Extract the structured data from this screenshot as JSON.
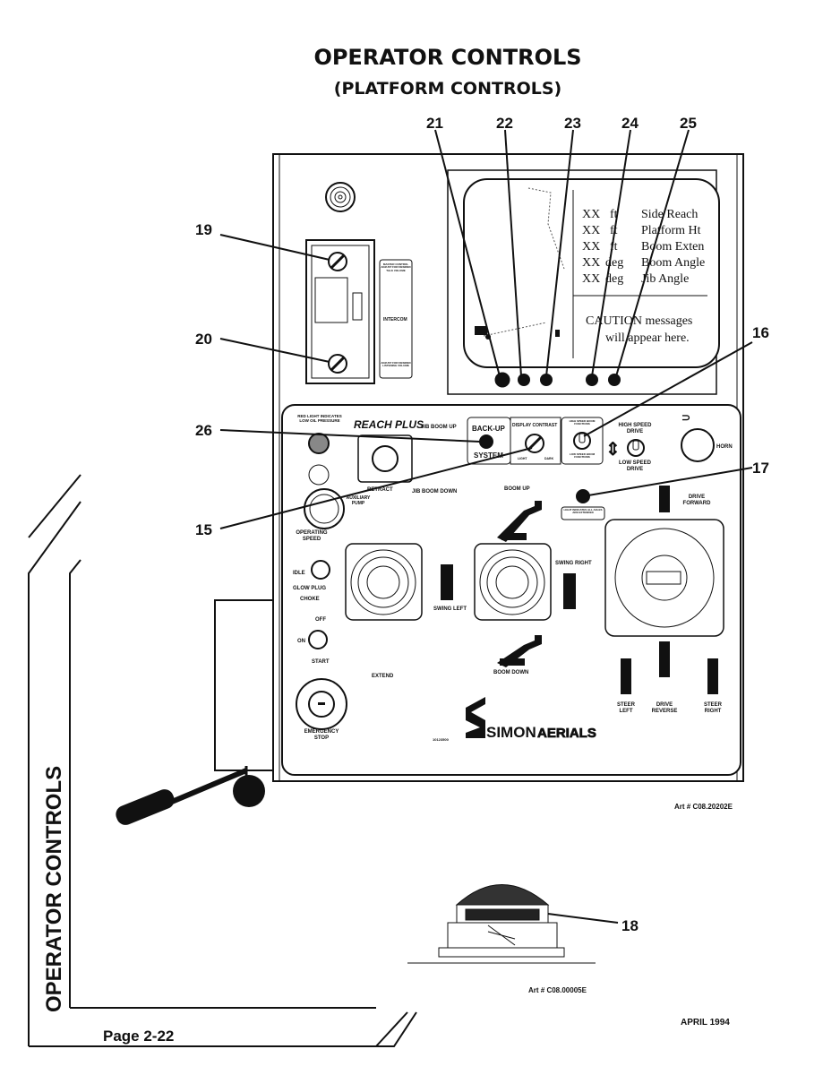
{
  "page": {
    "title": "OPERATOR CONTROLS",
    "subtitle": "(PLATFORM CONTROLS)",
    "side_tab": "OPERATOR CONTROLS",
    "page_number": "Page 2-22",
    "date": "APRIL 1994",
    "art_number_main": "Art # C08.20202E",
    "art_number_button": "Art # C08.00005E"
  },
  "callouts": [
    "21",
    "22",
    "23",
    "24",
    "25",
    "19",
    "20",
    "26",
    "16",
    "15",
    "17",
    "18"
  ],
  "display": {
    "rows": [
      {
        "value": "XX",
        "unit": "ft",
        "label": "Side Reach"
      },
      {
        "value": "XX",
        "unit": "ft",
        "label": "Platform Ht"
      },
      {
        "value": "XX",
        "unit": "ft",
        "label": "Boom Exten"
      },
      {
        "value": "XX",
        "unit": "deg",
        "label": "Boom Angle"
      },
      {
        "value": "XX",
        "unit": "deg",
        "label": "Jib Angle"
      }
    ],
    "caution_line1": "CAUTION messages",
    "caution_line2": "will appear here."
  },
  "intercom": {
    "label": "INTERCOM",
    "top_note": "MASTER CONTROL ADJUST FOR DESIRED TALK VOLUME",
    "bottom_note": "ADJUST FOR DESIRED LISTENING VOLUME"
  },
  "panel": {
    "low_oil": "RED LIGHT INDICATES LOW OIL PRESSURE",
    "brand_model": "REACH PLUS",
    "retract": "RETRACT",
    "aux_pump": "AUXILIARY PUMP",
    "jib_up": "JIB BOOM UP",
    "jib_down": "JIB BOOM DOWN",
    "backup": "BACK-UP",
    "system": "SYSTEM",
    "display_contrast": "DISPLAY CONTRAST",
    "light": "LIGHT",
    "dark": "DARK",
    "high_speed_boom": "HIGH SPEED BOOM FUNCTIONS",
    "low_speed_boom": "LOW SPEED BOOM FUNCTIONS",
    "high_speed_drive": "HIGH SPEED DRIVE",
    "low_speed_drive": "LOW SPEED DRIVE",
    "horn": "HORN",
    "boom_up": "BOOM UP",
    "boom_down": "BOOM DOWN",
    "axles_light": "LIGHT INDICATES ALL AXLES ARE EXTENDED",
    "drive_forward": "DRIVE FORWARD",
    "drive_reverse": "DRIVE REVERSE",
    "operating_speed": "OPERATING SPEED",
    "idle": "IDLE",
    "glow_plug": "GLOW PLUG",
    "choke": "CHOKE",
    "off": "OFF",
    "on": "ON",
    "start": "START",
    "swing_left": "SWING LEFT",
    "swing_right": "SWING RIGHT",
    "extend": "EXTEND",
    "steer_left": "STEER LEFT",
    "steer_right": "STEER RIGHT",
    "emergency_stop": "EMERGENCY STOP",
    "part_no": "10123500",
    "logo_simon": "SIMON",
    "logo_aerials": "AERIALS"
  }
}
